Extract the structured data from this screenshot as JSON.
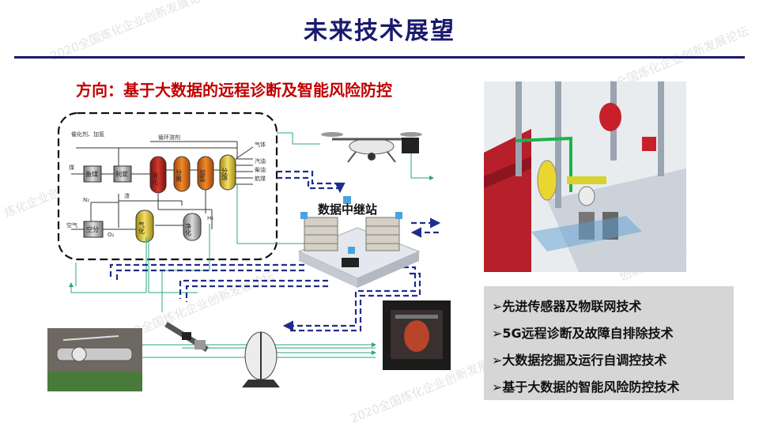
{
  "slide": {
    "title": "未来技术展望",
    "subtitle": "方向：基于大数据的远程诊断及智能风险防控"
  },
  "watermark": {
    "text_1": "2020全国炼化企业创新发展论坛",
    "text_2": "炼化企业创新发展论坛",
    "text_3": "创新发展论坛"
  },
  "process_flow": {
    "labels": {
      "catalyst_h2": "催化剂、加氢",
      "recycle": "循环溶剂",
      "coal": "煤",
      "n2": "N₂",
      "residue": "渣",
      "air": "空气",
      "o2": "O₂",
      "h2": "H₂",
      "gas": "气体",
      "gasoline": "汽油",
      "diesel": "柴油",
      "jet_fuel": "航煤"
    },
    "units": {
      "coal_prep": "备煤",
      "slurry": "制浆",
      "liquefaction": "液化",
      "separation": "分离",
      "hydrotreat": "加氢",
      "fractionation": "分馏",
      "gasifier": "气化",
      "purifier": "净化",
      "asu": "空分"
    }
  },
  "relay_station": {
    "label": "数据中继站"
  },
  "tech_list": {
    "items": [
      "➢先进传感器及物联网技术",
      "➢5G远程诊断及故障自排除技术",
      "➢大数据挖掘及运行自调控技术",
      "➢基于大数据的智能风险防控技术"
    ]
  },
  "colors": {
    "title_navy": "#1a1a6e",
    "subtitle_red": "#c00000",
    "data_link_blue": "#1f2d8c",
    "signal_green": "#2aa87a",
    "tech_box_gray": "#d6d6d6"
  }
}
